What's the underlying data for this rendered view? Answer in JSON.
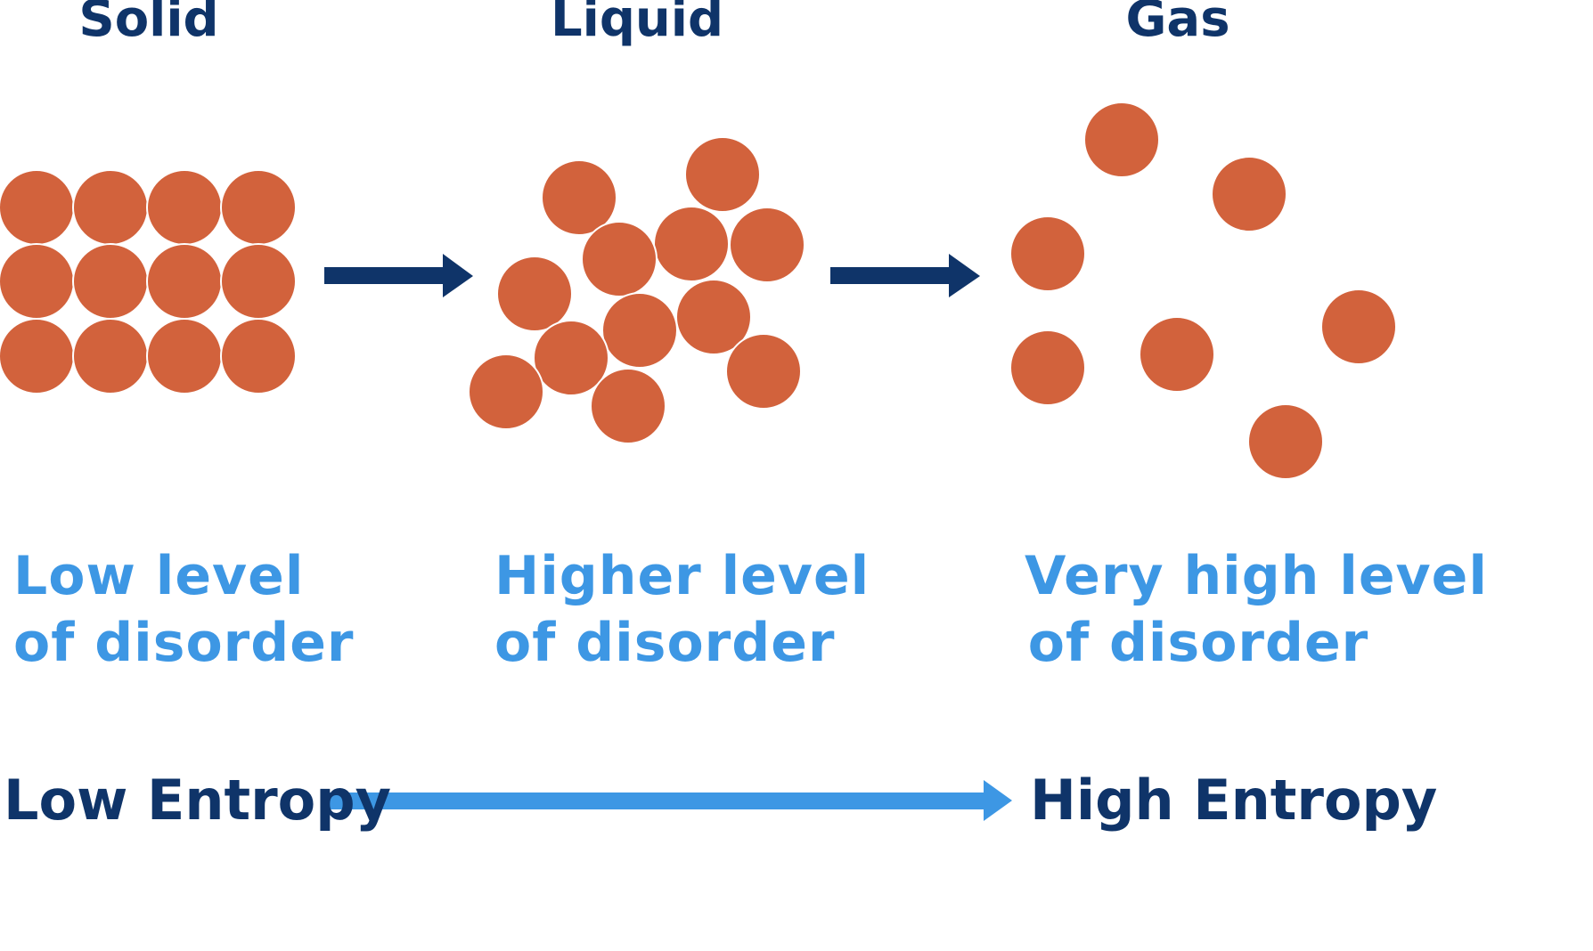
{
  "states": [
    {
      "title": "Solid",
      "line1": "Low level",
      "line2": "of disorder"
    },
    {
      "title": "Liquid",
      "line1": "Higher level",
      "line2": "of disorder"
    },
    {
      "title": "Gas",
      "line1": "Very high level",
      "line2": "of disorder"
    }
  ],
  "scale": {
    "low_label": "Low Entropy",
    "high_label": "High Entropy"
  },
  "colors": {
    "particle": "#d2623c",
    "dark_blue": "#0f3469",
    "light_blue": "#3d97e4"
  }
}
